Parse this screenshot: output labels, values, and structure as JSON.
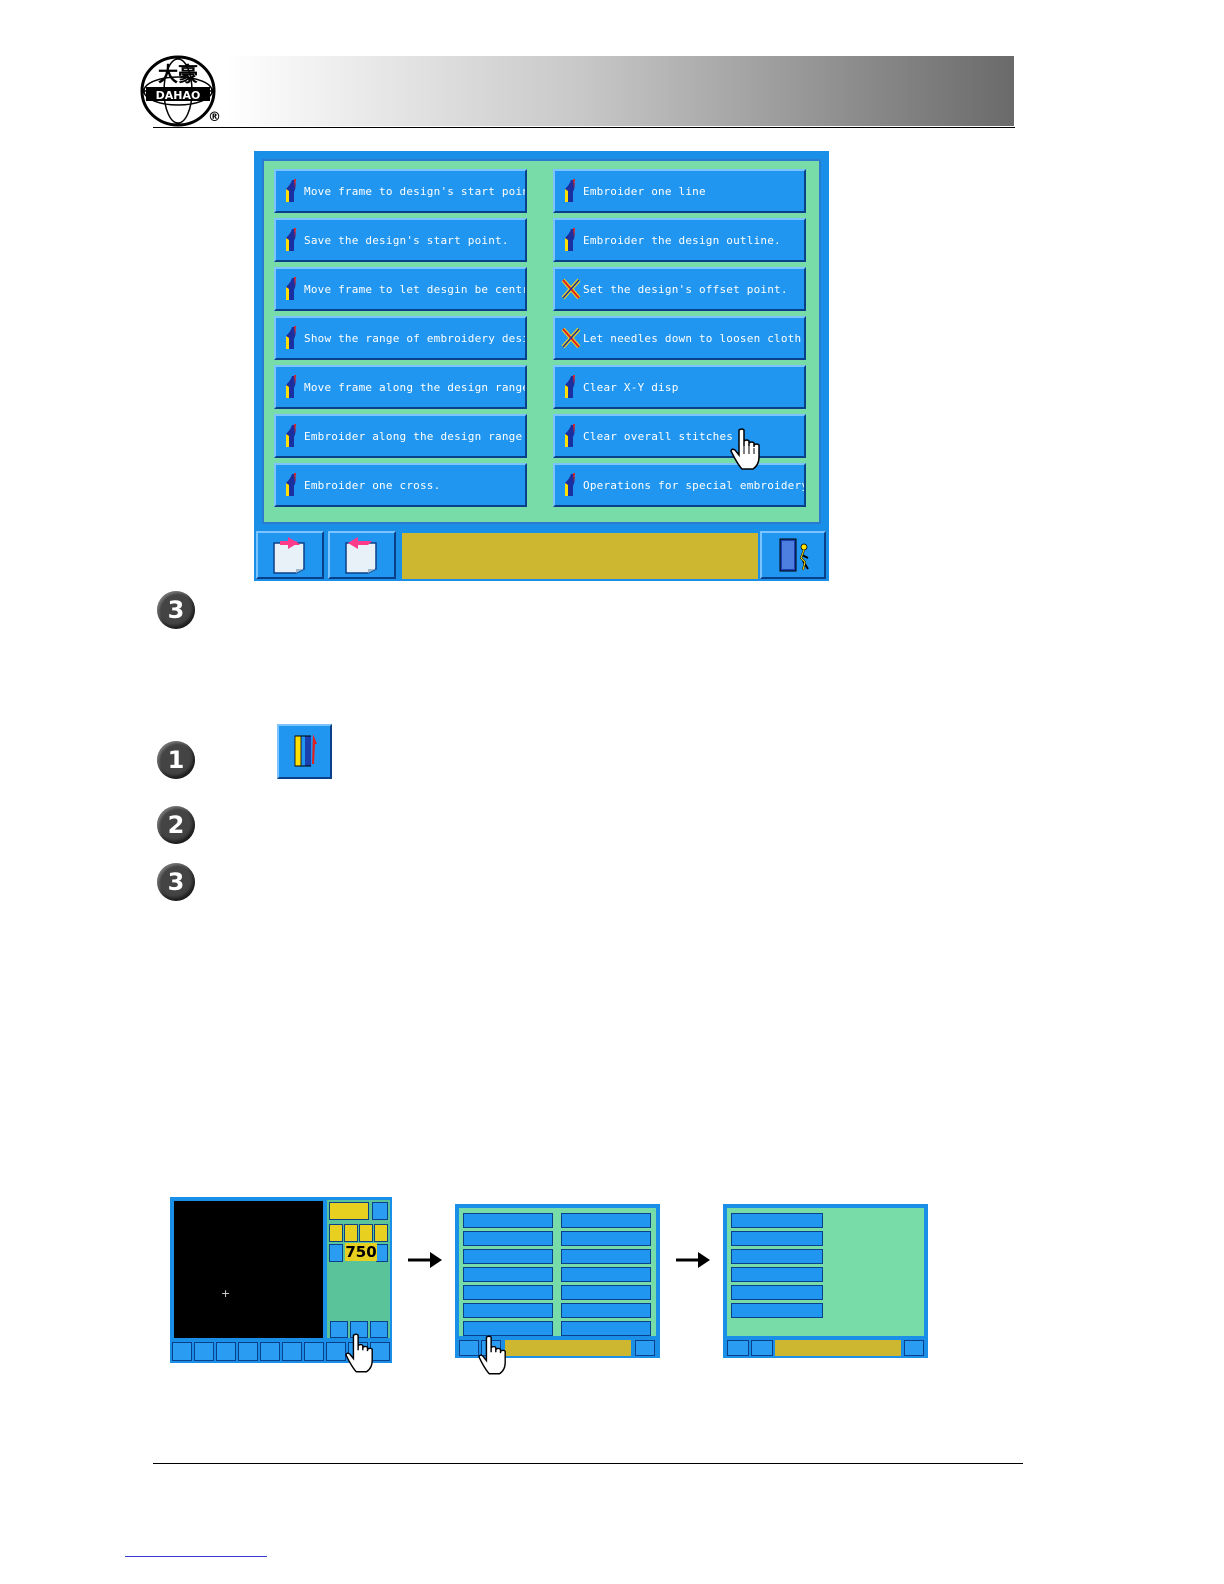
{
  "header": {
    "logo_icon": "dahao-globe-logo",
    "registered_mark": "®"
  },
  "main_menu": {
    "left_items": [
      {
        "label": "Move frame to design's start point.",
        "icon": "needle-icon"
      },
      {
        "label": "Save the design's start point.",
        "icon": "needle-icon"
      },
      {
        "label": "Move frame to let desgin be central",
        "icon": "needle-icon"
      },
      {
        "label": "Show the range of embroidery design",
        "icon": "needle-icon"
      },
      {
        "label": "Move frame along the design range",
        "icon": "needle-icon"
      },
      {
        "label": "Embroider along the design range",
        "icon": "needle-icon"
      },
      {
        "label": "Embroider one cross.",
        "icon": "needle-icon"
      }
    ],
    "right_items": [
      {
        "label": "Embroider one line",
        "icon": "needle-icon"
      },
      {
        "label": "Embroider the design outline.",
        "icon": "needle-icon"
      },
      {
        "label": "Set the design's offset point.",
        "icon": "crossed-needle-icon"
      },
      {
        "label": "Let needles down to loosen cloth",
        "icon": "crossed-needle-icon"
      },
      {
        "label": "Clear X-Y disp",
        "icon": "needle-icon"
      },
      {
        "label": "Clear overall stitches",
        "icon": "needle-icon"
      },
      {
        "label": "Operations for special embroidery",
        "icon": "needle-icon"
      }
    ],
    "toolbar": {
      "page_back_icon": "page-back-icon",
      "page_forward_icon": "page-forward-icon",
      "exit_icon": "exit-door-icon"
    },
    "colors": {
      "frame": "#1a8fe8",
      "panel": "#78dca8",
      "button": "#2196f0",
      "status": "#cdb730"
    }
  },
  "steps": [
    {
      "number": "3"
    },
    {
      "number": "1"
    },
    {
      "number": "2"
    },
    {
      "number": "3"
    }
  ],
  "thumbnails": {
    "main_screen": {
      "counter": "750"
    }
  }
}
